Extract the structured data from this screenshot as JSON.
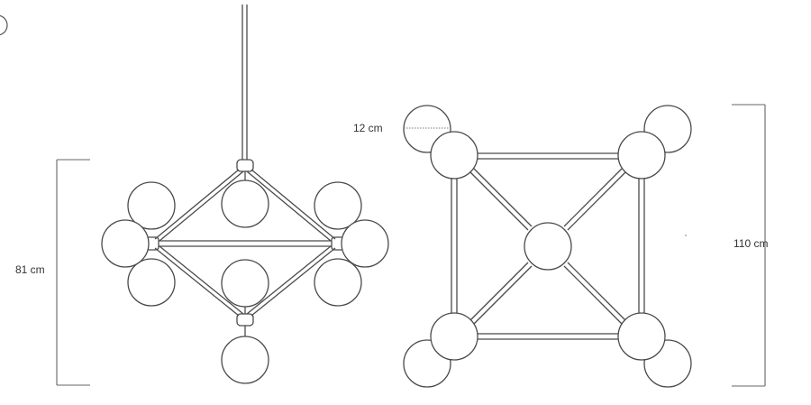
{
  "dimensions": {
    "height_label": "81 cm",
    "globe_diameter_label": "12 cm",
    "width_label": "110 cm"
  },
  "colors": {
    "line": "#4a4a4a",
    "dimension_line": "#666666",
    "background": "#ffffff"
  }
}
